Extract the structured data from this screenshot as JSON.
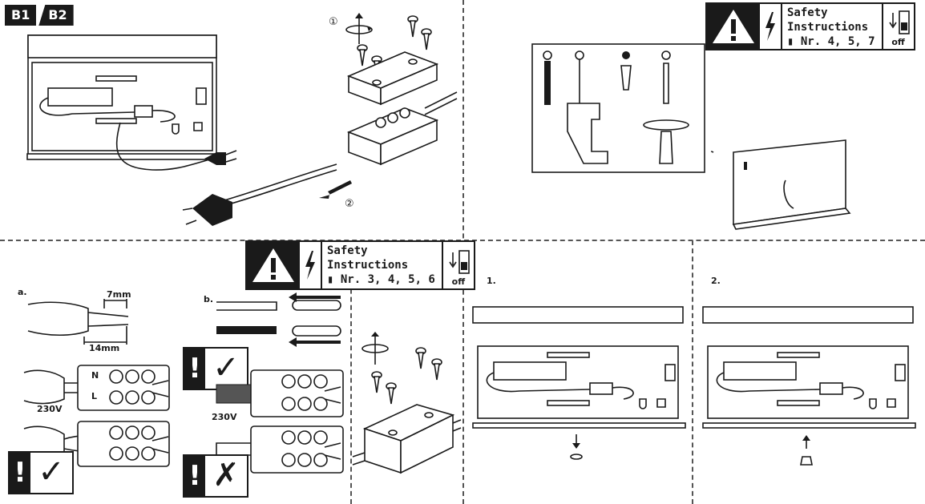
{
  "badge": {
    "b1": "B1",
    "b2": "B2"
  },
  "steps_b1": {
    "step1": "①",
    "step2": "②"
  },
  "safety_top": {
    "line1": "Safety",
    "line2": "Instructions",
    "line3": "Nr. 4, 5, 7",
    "switch_label": "off"
  },
  "safety_bottom": {
    "line1": "Safety",
    "line2": "Instructions",
    "line3": "Nr. 3, 4, 5, 6",
    "switch_label": "off"
  },
  "wiring_a": {
    "label": "a.",
    "strip_short": "7mm",
    "strip_long": "14mm",
    "voltage": "230V"
  },
  "wiring_b": {
    "label": "b.",
    "voltage": "230V"
  },
  "terminal_marks": {
    "n": "N",
    "l": "L"
  },
  "marks": {
    "exclaim": "!",
    "check": "✓",
    "cross": "✗"
  },
  "steps_mount": {
    "step1": "1.",
    "step2": "2."
  },
  "colors": {
    "ink": "#1a1a1a",
    "paper": "#ffffff"
  }
}
